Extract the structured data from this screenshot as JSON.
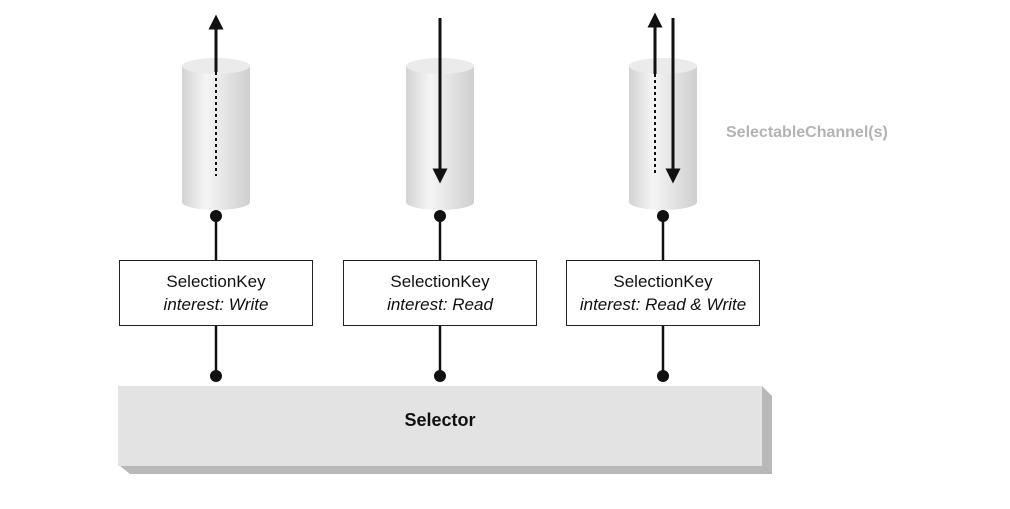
{
  "channels_label": "SelectableChannel(s)",
  "selector_label": "Selector",
  "keys": [
    {
      "name": "SelectionKey",
      "interest_label": "interest:",
      "interest_value": "Write"
    },
    {
      "name": "SelectionKey",
      "interest_label": "interest:",
      "interest_value": "Read"
    },
    {
      "name": "SelectionKey",
      "interest_label": "interest:",
      "interest_value": "Read & Write"
    }
  ],
  "colors": {
    "line": "#111111",
    "cylinder_fill": "#e6e6e6",
    "selector_fill": "#e3e3e3",
    "selector_shadow": "#b8b8b8",
    "label_gray": "#b3b3b3"
  }
}
